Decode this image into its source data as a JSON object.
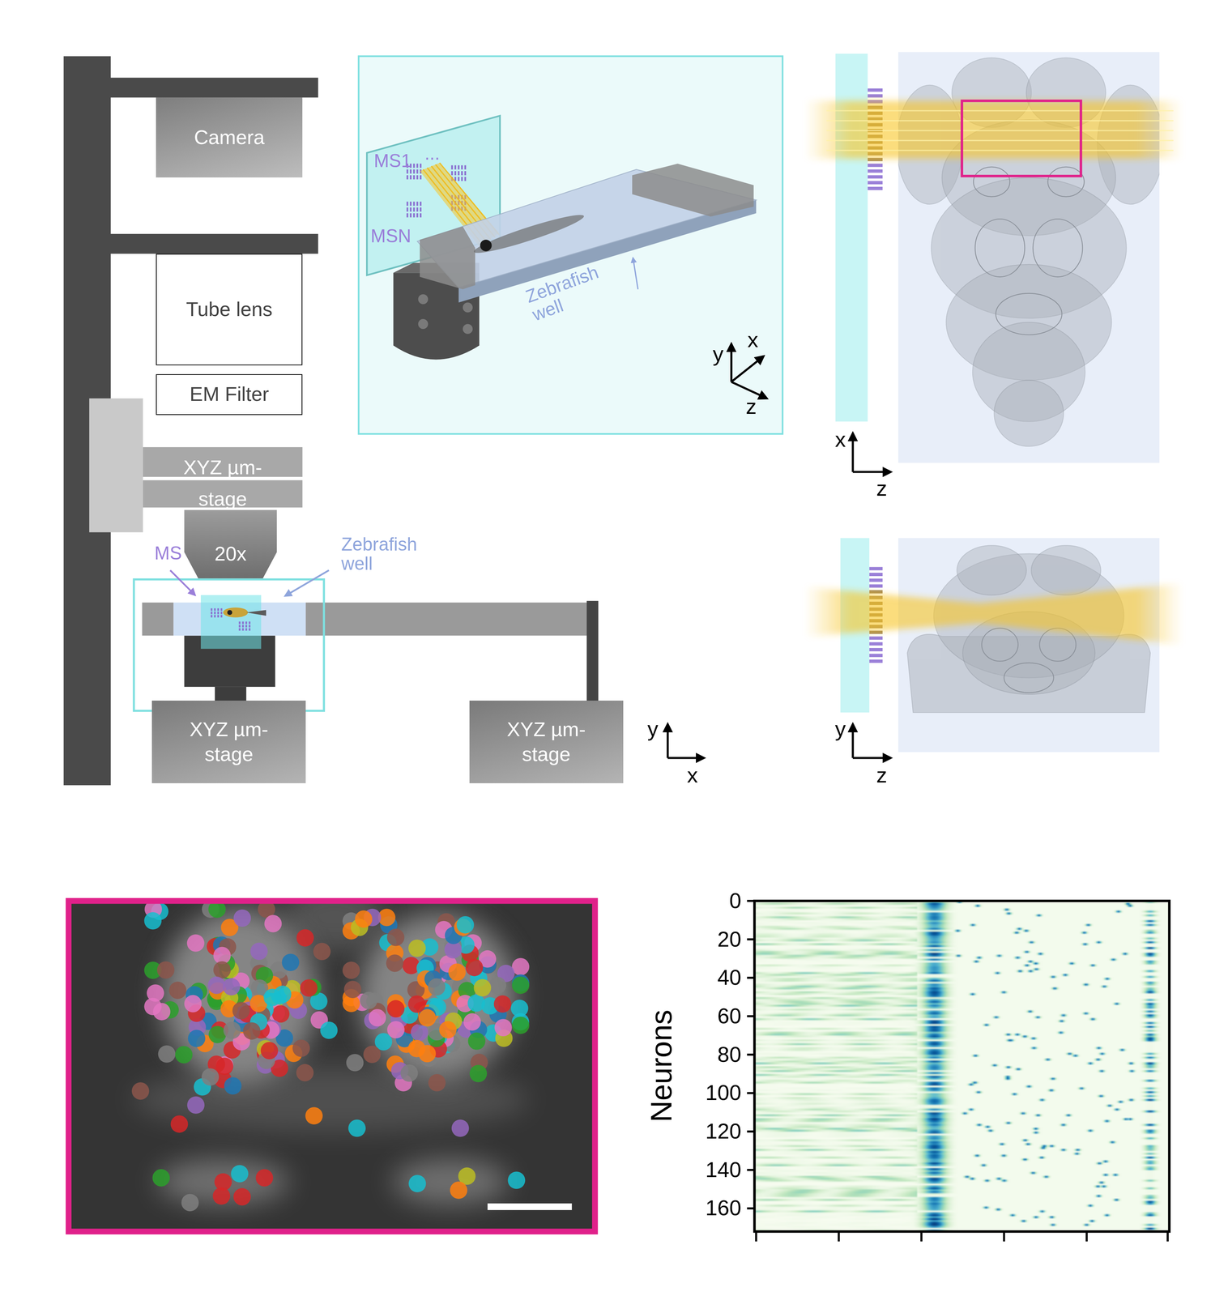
{
  "diagram": {
    "nodes": [
      {
        "text": [
          "Camera"
        ]
      },
      {
        "text": [
          "Tube lens"
        ]
      },
      {
        "text": [
          "EM Filter"
        ]
      },
      {
        "text": [
          "XYZ µm-stage"
        ]
      },
      {
        "text": [
          "20x"
        ]
      },
      {
        "text": [
          "XYZ µm-stage"
        ]
      },
      {
        "text": [
          "XYZ µm-stage"
        ]
      }
    ],
    "labels": [
      "MS",
      "Zebrafish well",
      "y",
      "x",
      "MS1",
      "...",
      "MSN",
      "Zebrafish well",
      "y",
      "x",
      "z",
      "x",
      "z",
      "y",
      "z",
      "0",
      "20",
      "40",
      "60",
      "80",
      "100",
      "120",
      "140",
      "160",
      "Neurons"
    ]
  }
}
